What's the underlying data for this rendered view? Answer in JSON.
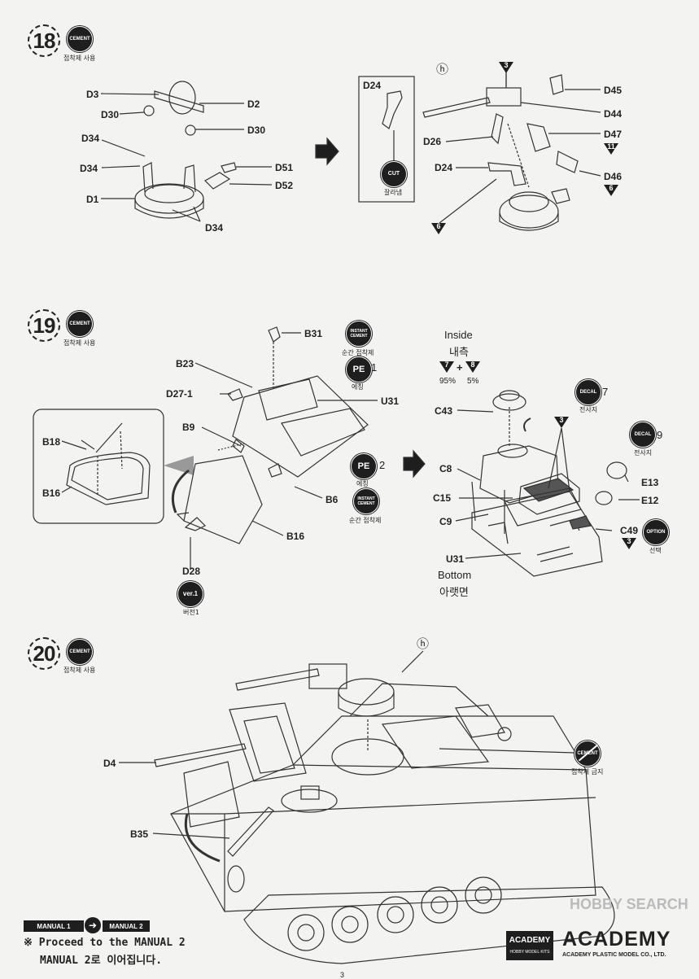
{
  "steps": [
    {
      "number": "18",
      "badge": "CEMENT",
      "badge_caption": "접착제 사용"
    },
    {
      "number": "19",
      "badge": "CEMENT",
      "badge_caption": "접착제 사용"
    },
    {
      "number": "20",
      "badge": "CEMENT",
      "badge_caption": "접착제 사용"
    }
  ],
  "step18": {
    "parts_left": [
      "D3",
      "D2",
      "D30",
      "D30",
      "D34",
      "D34",
      "D51",
      "D52",
      "D1",
      "D34"
    ],
    "inset_title": "D24",
    "cut_badge": "CUT",
    "cut_caption": "잘라냄",
    "marker_h": "ⓗ",
    "parts_right": [
      "D45",
      "D44",
      "D26",
      "D47",
      "D24",
      "D46"
    ],
    "tri_3": "3",
    "tri_11": "11",
    "tri_6a": "6",
    "tri_6b": "6"
  },
  "step19": {
    "parts": [
      "B31",
      "B23",
      "D27-1",
      "U31",
      "B9",
      "B18",
      "B16",
      "B6",
      "B16",
      "D28"
    ],
    "instant_cement": "INSTANT CEMENT",
    "instant_caption": "순간 접착제",
    "pe": "PE",
    "pe_caption": "에칭",
    "pe1_num": "1",
    "pe2_num": "2",
    "ver_badge": "ver.1",
    "ver_caption": "버전1",
    "inside_en": "Inside",
    "inside_ko": "내측",
    "mix_a": "7",
    "mix_b": "8",
    "mix_plus": "+",
    "mix_a_pct": "95%",
    "mix_b_pct": "5%",
    "decal": "DECAL",
    "decal_caption": "전사지",
    "decal7": "7",
    "decal9": "9",
    "parts_right": [
      "C43",
      "C8",
      "C15",
      "C9",
      "U31",
      "E13",
      "E12",
      "C49"
    ],
    "tri_3a": "3",
    "tri_3b": "3",
    "option": "OPTION",
    "option_caption": "선택",
    "bottom_en": "Bottom",
    "bottom_ko": "아랫면"
  },
  "step20": {
    "marker_h": "ⓗ",
    "parts": [
      "D4",
      "B35"
    ],
    "no_cement": "CEMENT",
    "no_cement_caption": "접착제 금지"
  },
  "footer": {
    "manual1": "MANUAL 1",
    "manual2": "MANUAL 2",
    "proceed_en": "※ Proceed to the MANUAL 2",
    "proceed_ko": "MANUAL 2로 이어집니다.",
    "academy_small": "ACADEMY",
    "academy_sub": "HOBBY MODEL KITS",
    "academy_big": "ACADEMY",
    "academy_company": "ACADEMY PLASTIC MODEL CO., LTD.",
    "page_num": "3"
  },
  "watermark": "HOBBY SEARCH"
}
